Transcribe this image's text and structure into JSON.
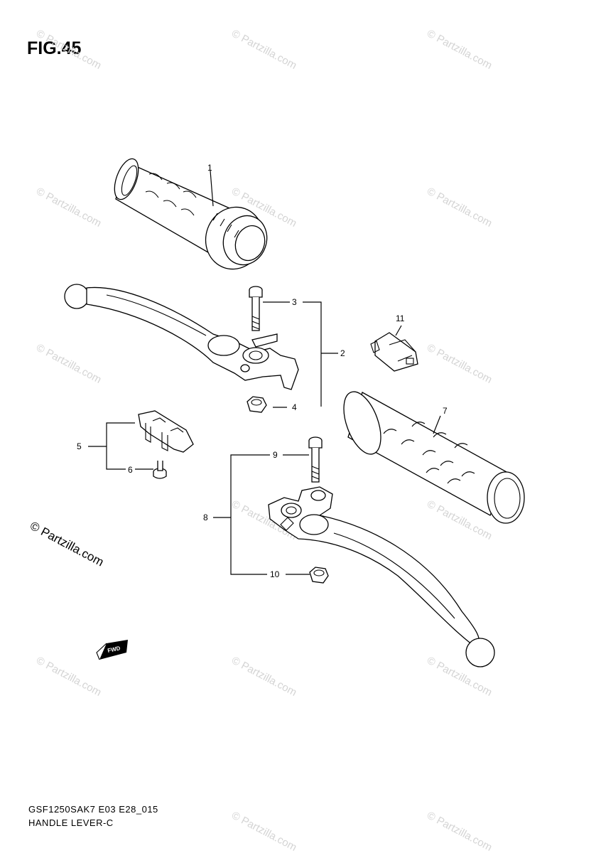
{
  "figure": {
    "title": "FIG.45"
  },
  "footer": {
    "code": "GSF1250SAK7 E03 E28_015",
    "name": "HANDLE LEVER-C"
  },
  "watermark": {
    "text": "© Partzilla.com",
    "copyright": "© Partzilla.com"
  },
  "callouts": {
    "c1": "1",
    "c2": "2",
    "c3": "3",
    "c4": "4",
    "c5": "5",
    "c6": "6",
    "c7": "7",
    "c8": "8",
    "c9": "9",
    "c10": "10",
    "c11": "11"
  },
  "fwd_mark": "FWD"
}
